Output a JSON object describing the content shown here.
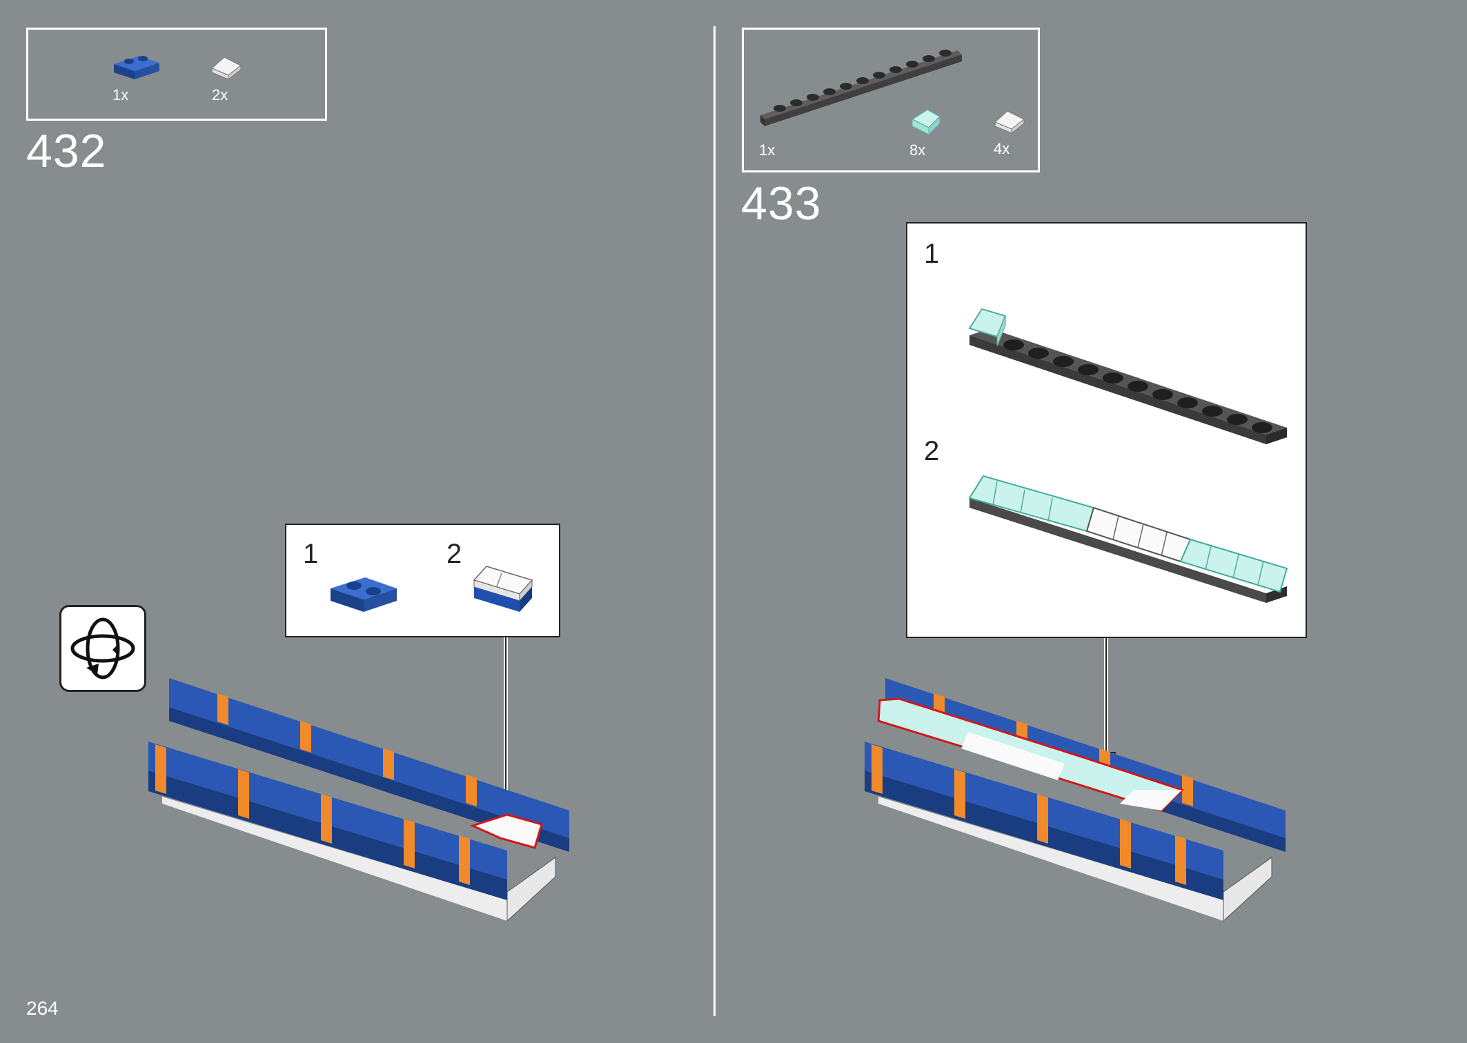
{
  "page": {
    "number": "264"
  },
  "steps": [
    {
      "number": "432",
      "parts": [
        {
          "icon": "blue-plate-1x2-icon",
          "qty": "1x"
        },
        {
          "icon": "white-slope-icon",
          "qty": "2x"
        }
      ],
      "substeps": [
        {
          "label": "1"
        },
        {
          "label": "2"
        }
      ],
      "rotate_icon": "rotate-model-icon"
    },
    {
      "number": "433",
      "parts": [
        {
          "icon": "dark-gray-plate-1x12-icon",
          "qty": "1x"
        },
        {
          "icon": "trans-light-blue-slope-icon",
          "qty": "8x"
        },
        {
          "icon": "white-slope-icon",
          "qty": "4x"
        }
      ],
      "substeps": [
        {
          "label": "1"
        },
        {
          "label": "2"
        }
      ]
    }
  ],
  "colors": {
    "background": "#878d8f",
    "blue": "#2356b0",
    "orange": "#f08a2a",
    "trans_light_blue": "#b9ece4",
    "dark_gray": "#4b4b4b",
    "highlight_red": "#d01818"
  }
}
